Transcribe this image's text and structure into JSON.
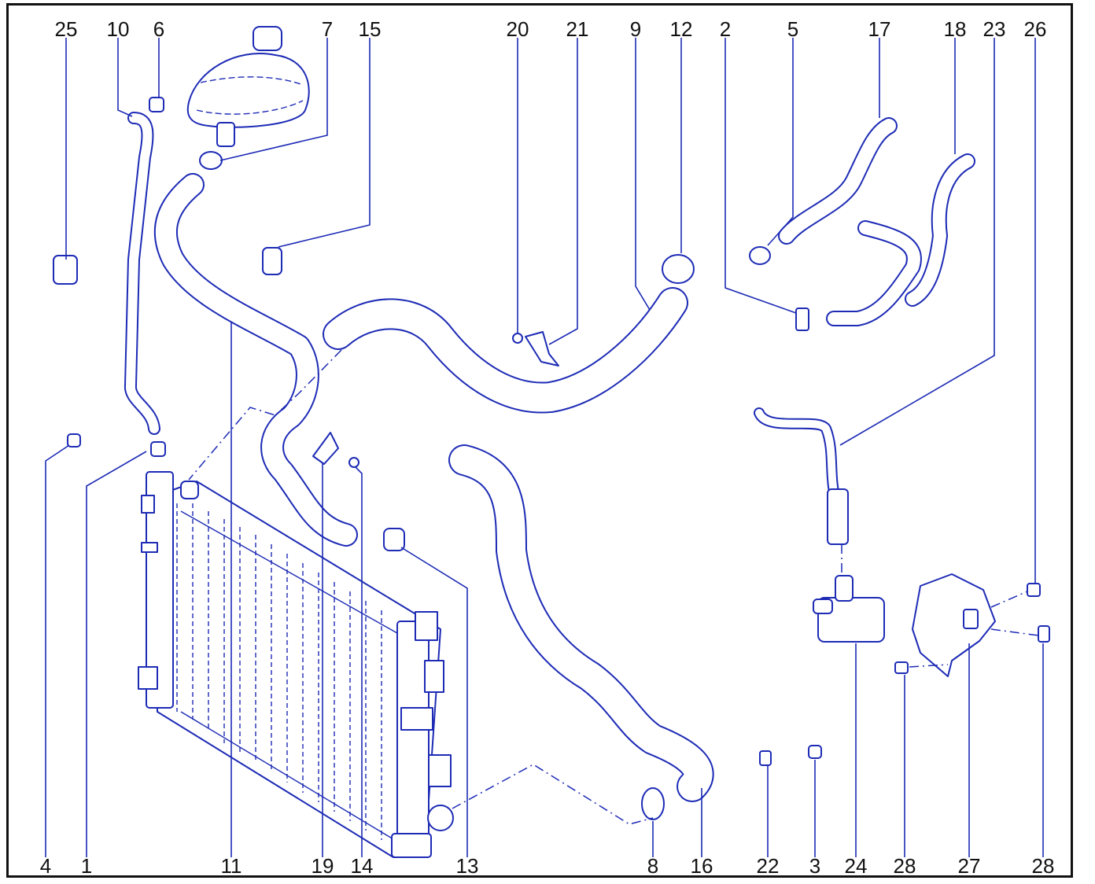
{
  "labels": {
    "l25": "25",
    "l10": "10",
    "l6": "6",
    "l7": "7",
    "l15": "15",
    "l20": "20",
    "l21": "21",
    "l9": "9",
    "l12": "12",
    "l2": "2",
    "l5": "5",
    "l17": "17",
    "l18": "18",
    "l23": "23",
    "l26": "26",
    "l4": "4",
    "l1": "1",
    "l11": "11",
    "l19": "19",
    "l14": "14",
    "l13": "13",
    "l8": "8",
    "l16": "16",
    "l22": "22",
    "l3": "3",
    "l24": "24",
    "l28a": "28",
    "l27": "27",
    "l28b": "28"
  },
  "colors": {
    "line": "#1d2bb5",
    "text": "#111111",
    "frame": "#111111",
    "background": "#ffffff"
  }
}
